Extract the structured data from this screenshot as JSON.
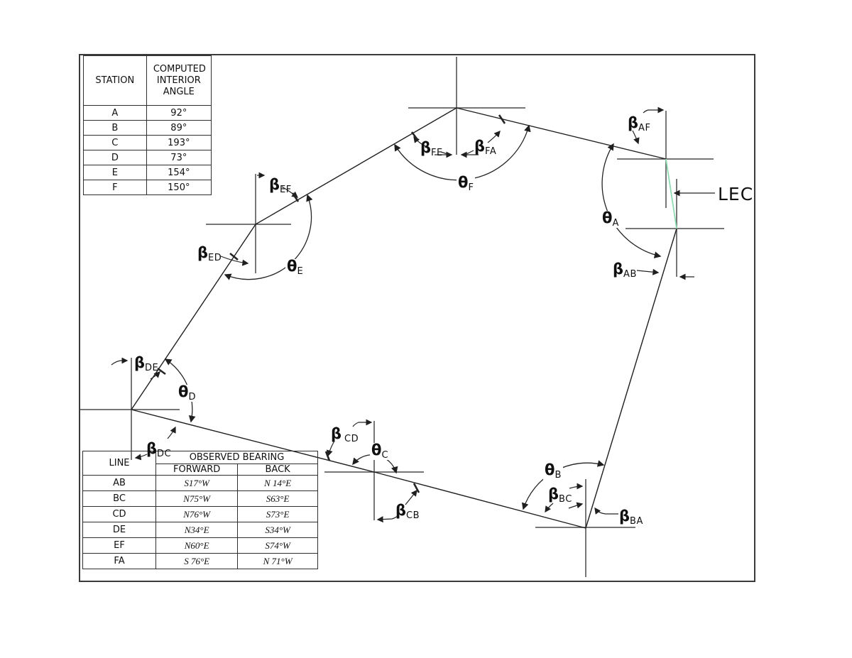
{
  "station_table": {
    "headers": {
      "station": "STATION",
      "angle": "COMPUTED INTERIOR ANGLE"
    },
    "rows": [
      {
        "station": "A",
        "angle": "92°"
      },
      {
        "station": "B",
        "angle": "89°"
      },
      {
        "station": "C",
        "angle": "193°"
      },
      {
        "station": "D",
        "angle": "73°"
      },
      {
        "station": "E",
        "angle": "154°"
      },
      {
        "station": "F",
        "angle": "150°"
      }
    ]
  },
  "bearing_table": {
    "headers": {
      "line": "LINE",
      "group": "OBSERVED BEARING",
      "forward": "FORWARD",
      "back": "BACK"
    },
    "rows": [
      {
        "line": "AB",
        "forward": "S17°W",
        "back": "N 14°E"
      },
      {
        "line": "BC",
        "forward": "N75°W",
        "back": "S63°E"
      },
      {
        "line": "CD",
        "forward": "N76°W",
        "back": "S73°E"
      },
      {
        "line": "DE",
        "forward": "N34°E",
        "back": "S34°W"
      },
      {
        "line": "EF",
        "forward": "N60°E",
        "back": "S74°W"
      },
      {
        "line": "FA",
        "forward": "S 76°E",
        "back": "N 71°W"
      }
    ]
  },
  "annotations": {
    "lec": "LEC",
    "beta_FE": {
      "sym": "β",
      "sub": "FE"
    },
    "beta_FA": {
      "sym": "β",
      "sub": "FA"
    },
    "theta_F": {
      "sym": "θ",
      "sub": "F"
    },
    "beta_AF": {
      "sym": "β",
      "sub": "AF"
    },
    "theta_A": {
      "sym": "θ",
      "sub": "A"
    },
    "beta_AB": {
      "sym": "β",
      "sub": "AB"
    },
    "beta_EF": {
      "sym": "β",
      "sub": "EF"
    },
    "beta_ED": {
      "sym": "β",
      "sub": "ED"
    },
    "theta_E": {
      "sym": "θ",
      "sub": "E"
    },
    "beta_DE": {
      "sym": "β",
      "sub": "DE"
    },
    "theta_D": {
      "sym": "θ",
      "sub": "D"
    },
    "beta_DC": {
      "sym": "β",
      "sub": "DC"
    },
    "beta_CD": {
      "sym": "β",
      "sub": "CD"
    },
    "theta_C": {
      "sym": "θ",
      "sub": "C"
    },
    "beta_CB": {
      "sym": "β",
      "sub": "CB"
    },
    "theta_B": {
      "sym": "θ",
      "sub": "B"
    },
    "beta_BC": {
      "sym": "β",
      "sub": "BC"
    },
    "beta_BA": {
      "sym": "β",
      "sub": "BA"
    }
  },
  "colors": {
    "drawing_line": "#1f1f1f",
    "crosshair_line": "#4a4a4a",
    "lec_line": "#8fdcb4"
  }
}
